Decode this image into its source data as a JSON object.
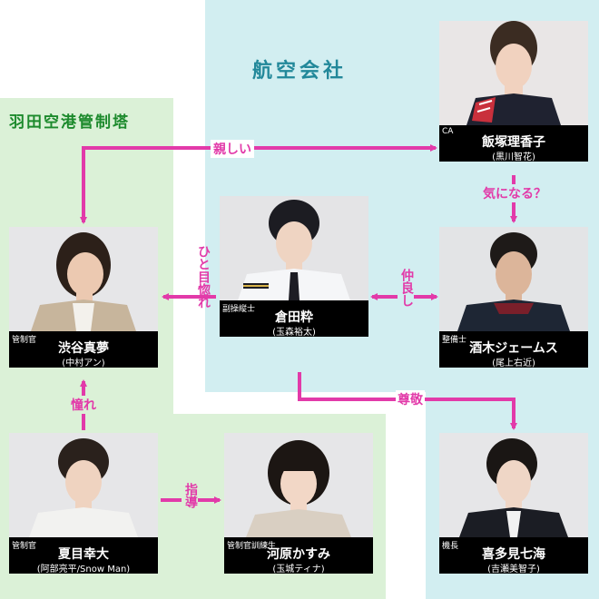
{
  "groups": {
    "airline": "航空会社",
    "tower": "羽田空港管制塔"
  },
  "people": {
    "ca": {
      "role": "CA",
      "name": "飯塚理香子",
      "actor": "(黒川智花)"
    },
    "copilot": {
      "role": "副操縦士",
      "name": "倉田粋",
      "actor": "(玉森裕太)"
    },
    "controller": {
      "role": "管制官",
      "name": "渋谷真夢",
      "actor": "(中村アン)"
    },
    "mechanic": {
      "role": "整備士",
      "name": "酒木ジェームス",
      "actor": "(尾上右近)"
    },
    "natsume": {
      "role": "管制官",
      "name": "夏目幸大",
      "actor": "(阿部亮平/Snow Man)"
    },
    "trainee": {
      "role": "管制官訓練生",
      "name": "河原かすみ",
      "actor": "(玉城ティナ)"
    },
    "captain": {
      "role": "機長",
      "name": "喜多見七海",
      "actor": "(吉瀬美智子)"
    }
  },
  "relations": {
    "close": "親しい",
    "curious": "気になる？",
    "love_at_first": "ひと目惚れ",
    "friendly": "仲良し",
    "admire": "憧れ",
    "mentor": "指導",
    "respect": "尊敬"
  },
  "colors": {
    "arrow": "#e23aa9",
    "airline_bg": "#d2eef1",
    "tower_bg": "#dbf1d7",
    "airline_title": "#22889a",
    "tower_title": "#1c8a2c"
  }
}
